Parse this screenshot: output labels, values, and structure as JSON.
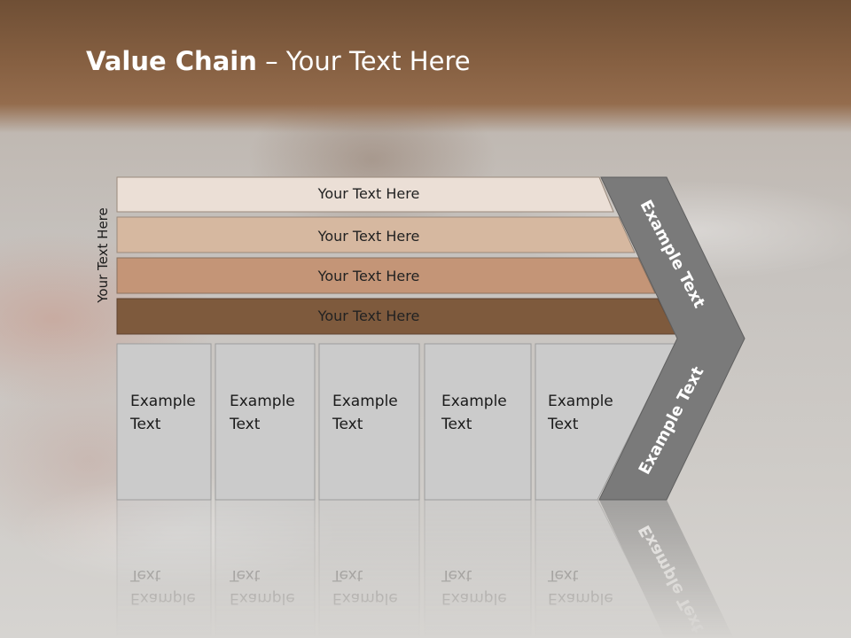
{
  "title": {
    "bold": "Value Chain",
    "rest": " – Your Text Here"
  },
  "side_label": "Your Text Here",
  "rows": [
    {
      "label": "Your Text Here",
      "fill": "#ebdfd6"
    },
    {
      "label": "Your Text Here",
      "fill": "#d6b8a0"
    },
    {
      "label": "Your Text Here",
      "fill": "#c49577"
    },
    {
      "label": "Your Text Here",
      "fill": "#7e5a3d"
    }
  ],
  "columns": [
    {
      "line1": "Example",
      "line2": "Text"
    },
    {
      "line1": "Example",
      "line2": "Text"
    },
    {
      "line1": "Example",
      "line2": "Text"
    },
    {
      "line1": "Example",
      "line2": "Text"
    },
    {
      "line1": "Example",
      "line2": "Text"
    }
  ],
  "chevron": {
    "upper": "Example Text",
    "lower": "Example Text",
    "fill": "#7a7a7a"
  },
  "colors": {
    "column_fill": "#cbcbcb",
    "column_stroke": "#9c9c9c",
    "band": "#855f41"
  }
}
